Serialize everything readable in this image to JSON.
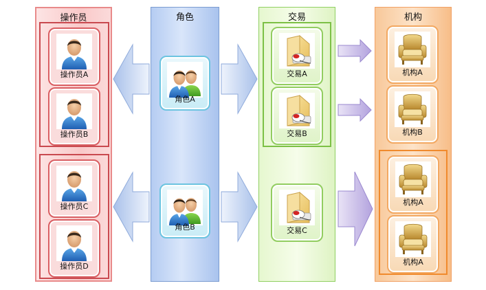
{
  "columns": {
    "operator": {
      "title": "操作员"
    },
    "role": {
      "title": "角色"
    },
    "transaction": {
      "title": "交易"
    },
    "organization": {
      "title": "机构"
    }
  },
  "operators": [
    {
      "label": "操作员A",
      "icon": "person-icon"
    },
    {
      "label": "操作员B",
      "icon": "person-icon"
    },
    {
      "label": "操作员C",
      "icon": "person-icon"
    },
    {
      "label": "操作员D",
      "icon": "person-icon"
    }
  ],
  "roles": [
    {
      "label": "角色A",
      "icon": "two-people-icon"
    },
    {
      "label": "角色B",
      "icon": "two-people-icon"
    }
  ],
  "transactions": [
    {
      "label": "交易A",
      "icon": "folder-mouse-icon"
    },
    {
      "label": "交易B",
      "icon": "folder-mouse-icon"
    },
    {
      "label": "交易C",
      "icon": "folder-mouse-icon"
    }
  ],
  "organizations": [
    {
      "label": "机构A",
      "icon": "armchair-icon"
    },
    {
      "label": "机构B",
      "icon": "armchair-icon"
    },
    {
      "label": "机构A",
      "icon": "armchair-icon"
    },
    {
      "label": "机构A",
      "icon": "armchair-icon"
    }
  ],
  "colors": {
    "operator_border": "#c9494f",
    "role_fill": "#b5ccf2",
    "transaction_border": "#7cc045",
    "organization_border": "#f08a2c",
    "arrow_blue": "#c8d8f3",
    "arrow_purple": "#c4b6e6"
  }
}
